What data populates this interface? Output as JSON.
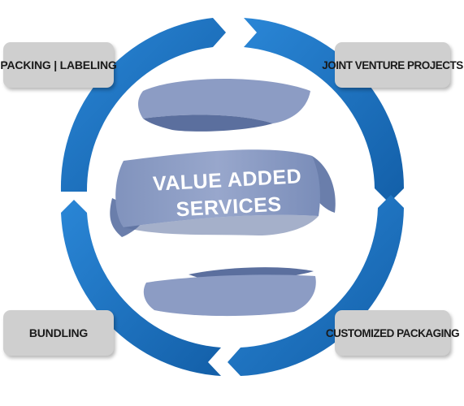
{
  "center": {
    "line1": "VALUE ADDED",
    "line2": "SERVICES"
  },
  "boxes": {
    "top_left": "PACKING | LABELING",
    "top_right": "JOINT VENTURE PROJECTS",
    "bottom_left": "BUNDLING",
    "bottom_right": "CUSTOMIZED PACKAGING"
  },
  "colors": {
    "ring_blue": "#1a73c5",
    "ribbon_light": "#8c9cc4",
    "ribbon_dark": "#5b6f9e",
    "box_gray": "#cfcfcf"
  }
}
